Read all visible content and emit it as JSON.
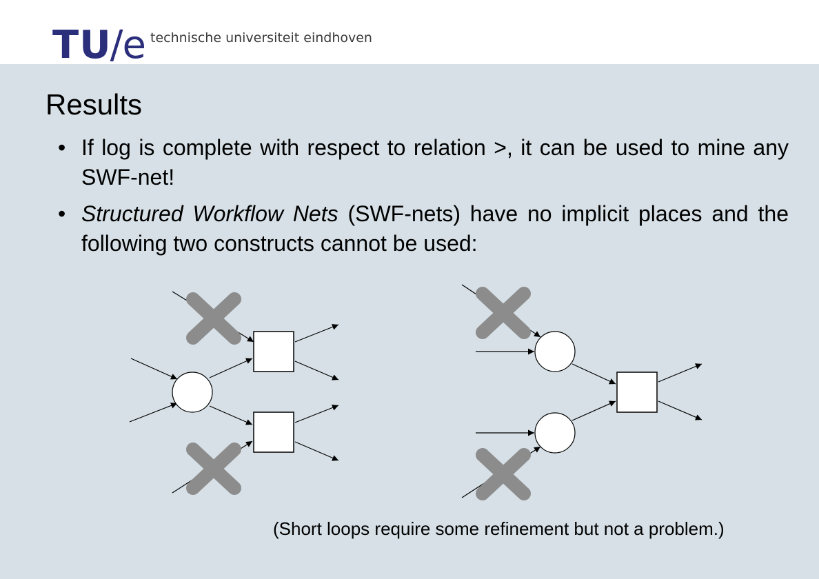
{
  "header": {
    "logo_tu": "TU",
    "logo_slash": "/",
    "logo_e": "e",
    "tagline": "technische universiteit eindhoven"
  },
  "slide": {
    "title": "Results",
    "bullet_char": "•",
    "bullets": [
      {
        "text": "If log is complete with respect to relation >, it can be used to mine any SWF-net!"
      },
      {
        "italic": "Structured Workflow Nets",
        "rest": " (SWF-nets) have no implicit places and the following two constructs cannot be used:"
      }
    ],
    "note": "(Short loops require some refinement but not a problem.)"
  },
  "colors": {
    "brand": "#2b2e7a",
    "slide_bg": "#d6e0e6",
    "cross": "#8c8c8c"
  }
}
